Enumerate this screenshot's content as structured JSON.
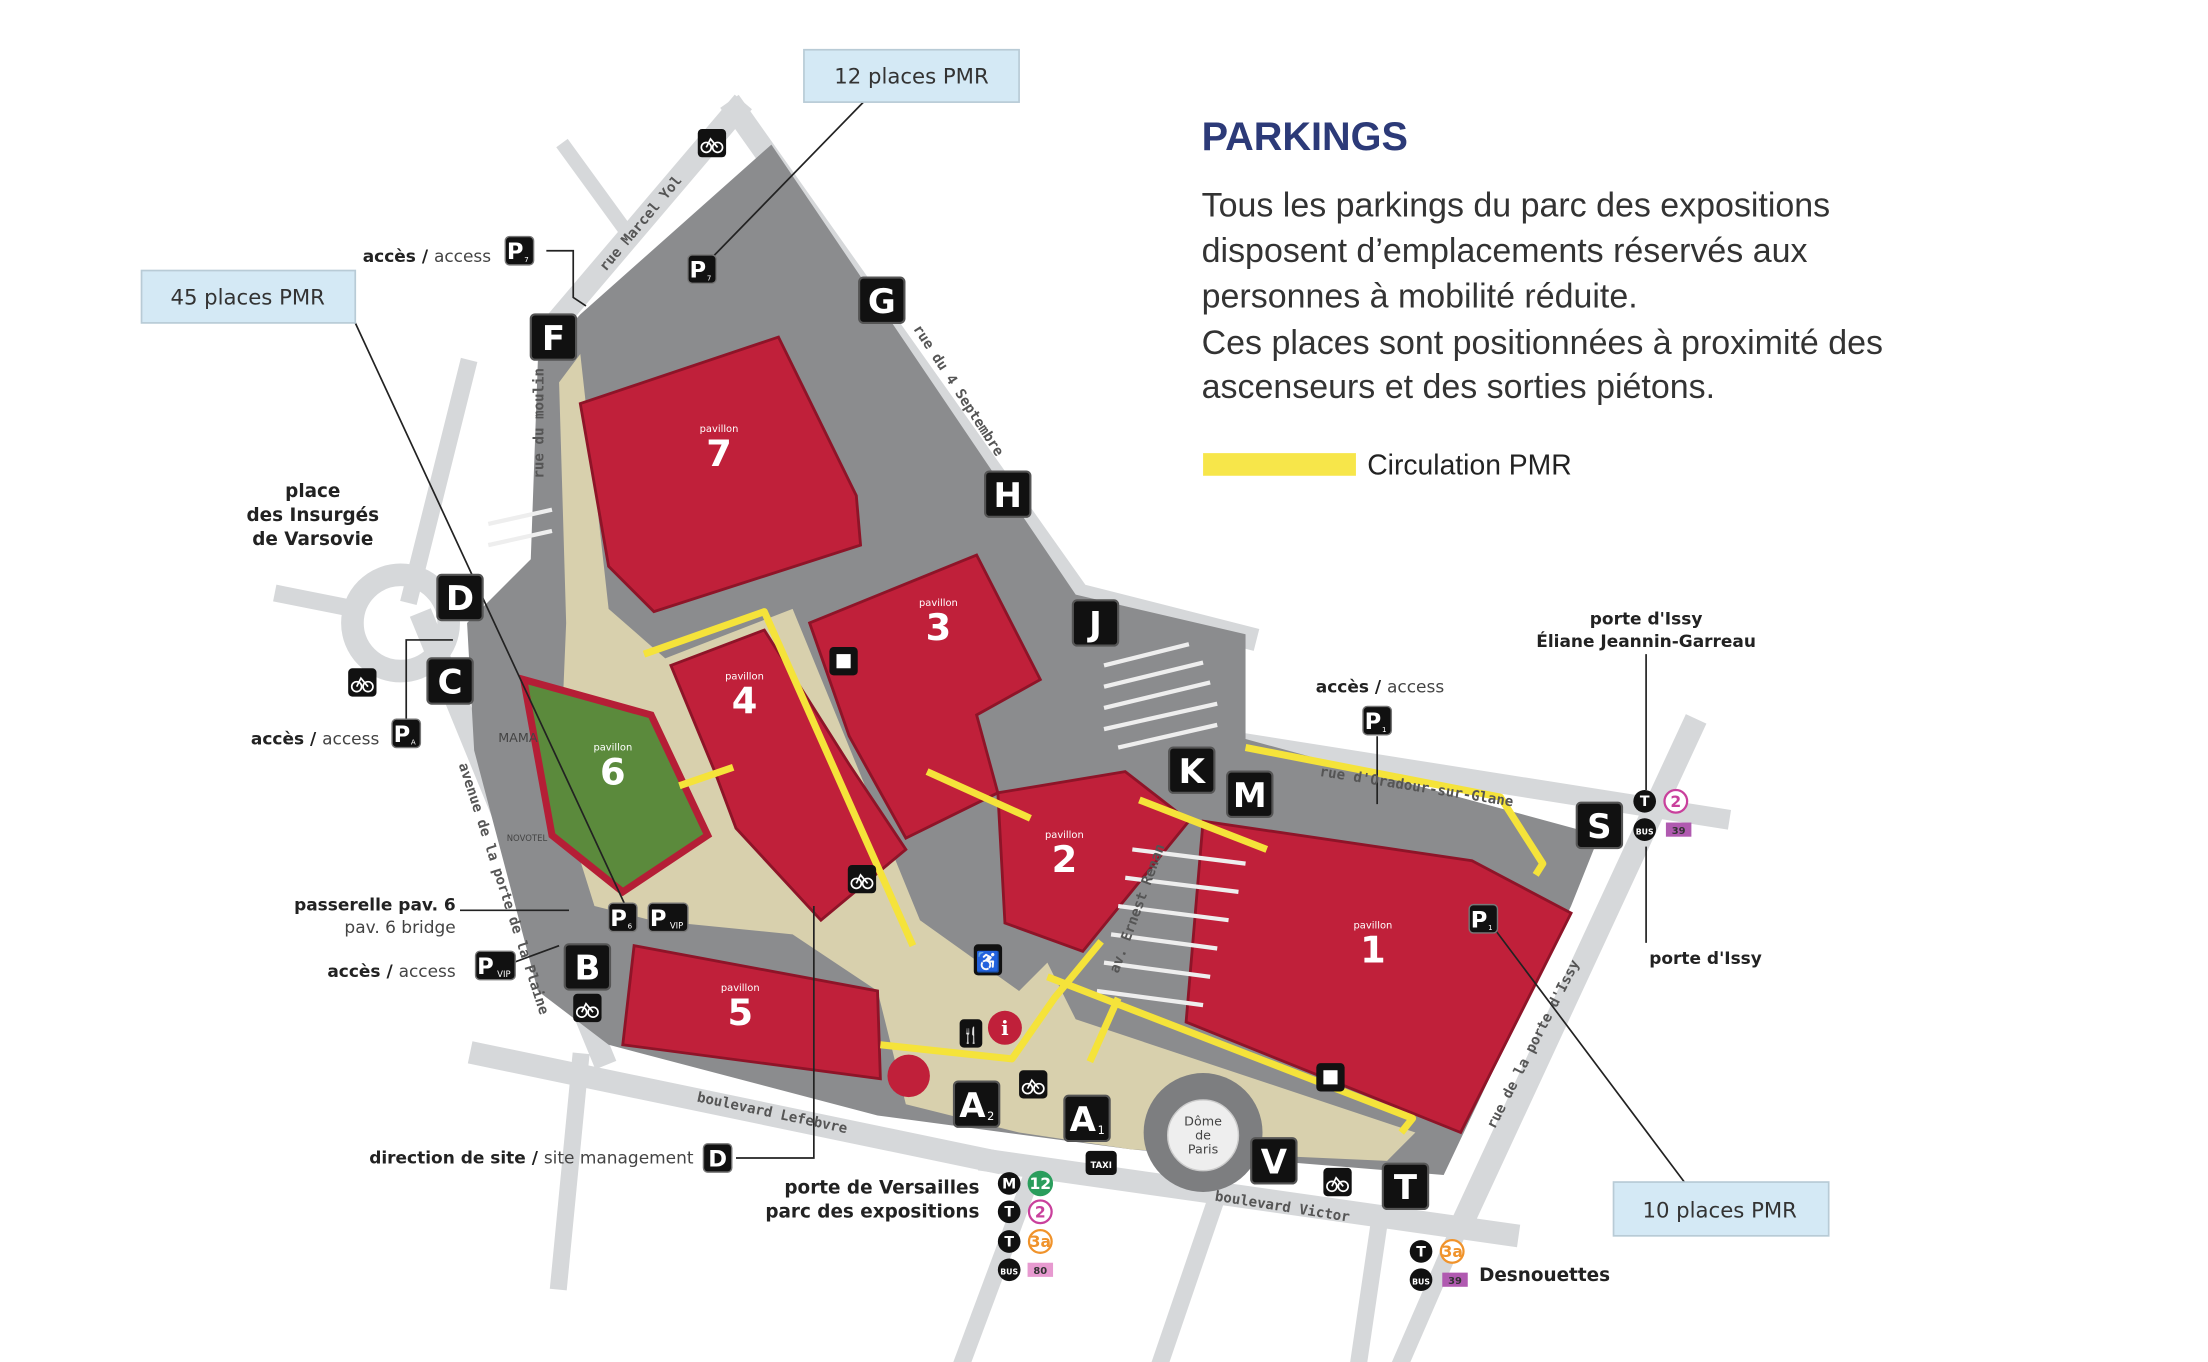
{
  "panel": {
    "title": "PARKINGS",
    "title_color": "#2c3a78",
    "paragraph_lines": [
      "Tous les parkings du parc des expositions",
      "disposent d’emplacements réservés aux",
      "personnes à mobilité réduite.",
      "Ces places sont positionnées à proximité des",
      "ascenseurs et des sorties piétons."
    ],
    "legend_label": "Circulation PMR",
    "legend_color": "#f7e64a"
  },
  "callouts": {
    "pmr_12": "12 places PMR",
    "pmr_45": "45 places PMR",
    "pmr_10": "10 places PMR"
  },
  "gates": [
    {
      "letter": "F",
      "sub": ""
    },
    {
      "letter": "G",
      "sub": ""
    },
    {
      "letter": "H",
      "sub": ""
    },
    {
      "letter": "J",
      "sub": ""
    },
    {
      "letter": "D",
      "sub": ""
    },
    {
      "letter": "C",
      "sub": ""
    },
    {
      "letter": "K",
      "sub": ""
    },
    {
      "letter": "M",
      "sub": ""
    },
    {
      "letter": "S",
      "sub": ""
    },
    {
      "letter": "B",
      "sub": ""
    },
    {
      "letter": "A",
      "sub": "2"
    },
    {
      "letter": "A",
      "sub": "1"
    },
    {
      "letter": "V",
      "sub": ""
    },
    {
      "letter": "T",
      "sub": ""
    }
  ],
  "parking_markers": [
    {
      "letter": "P",
      "sub": "7"
    },
    {
      "letter": "P",
      "sub": "7"
    },
    {
      "letter": "P",
      "sub": "A"
    },
    {
      "letter": "P",
      "sub": "1"
    },
    {
      "letter": "P",
      "sub": "1"
    },
    {
      "letter": "P",
      "sub": "6"
    },
    {
      "letter": "P",
      "sub": "VIP"
    },
    {
      "letter": "P",
      "sub": "VIP"
    },
    {
      "letter": "D",
      "sub": ""
    }
  ],
  "pavilions": [
    {
      "caption": "pavillon",
      "number": "7"
    },
    {
      "caption": "pavillon",
      "number": "3"
    },
    {
      "caption": "pavillon",
      "number": "4"
    },
    {
      "caption": "pavillon",
      "number": "6"
    },
    {
      "caption": "pavillon",
      "number": "2"
    },
    {
      "caption": "pavillon",
      "number": "1"
    },
    {
      "caption": "pavillon",
      "number": "5"
    }
  ],
  "streets": {
    "marcel_yol": "rue Marcel Yol",
    "moulin": "rue du moulin",
    "quatre_septembre": "rue du 4 Septembre",
    "oradour": "rue d'Oradour-sur-Glane",
    "porte_issy": "rue de la porte d'Issy",
    "victor": "boulevard Victor",
    "lefebvre": "boulevard Lefebvre",
    "plaine": "avenue de la porte de la Plaine",
    "renan": "av. Ernest Renan"
  },
  "labels": {
    "access_fr": "accès",
    "access_sep": " / ",
    "access_en": "access",
    "place_line1": "place",
    "place_line2": "des Insurgés",
    "place_line3": "de Varsovie",
    "porte_issy_egj_1": "porte d'Issy",
    "porte_issy_egj_2": "Éliane Jeannin-Garreau",
    "porte_issy": "porte d'Issy",
    "passerelle_fr": "passerelle pav. 6",
    "passerelle_en": "pav. 6 bridge",
    "management_fr": "direction de site",
    "management_en": "site management",
    "versailles_1": "porte de Versailles",
    "versailles_2": "parc des expositions",
    "desnouettes": "Desnouettes",
    "dome_1": "Dôme",
    "dome_2": "de",
    "dome_3": "Paris",
    "mama": "MAMA",
    "novotel": "NOVOTEL",
    "taxi": "TAXI",
    "info": "i"
  },
  "transit": {
    "metro": "M",
    "tram": "T",
    "bus": "BUS",
    "line_12": "12",
    "line_2": "2",
    "line_3a": "3a",
    "bus_80": "80",
    "bus_39": "39",
    "color_12": "#2a9d5c",
    "color_2": "#c9409c",
    "color_3a": "#f0932b",
    "color_80": "#e79ad0",
    "color_39": "#b05ab0"
  },
  "colors": {
    "pavilion": "#c0203a",
    "site": "#8b8c8e",
    "road": "#d6d8da",
    "path": "#d8d0ad"
  }
}
